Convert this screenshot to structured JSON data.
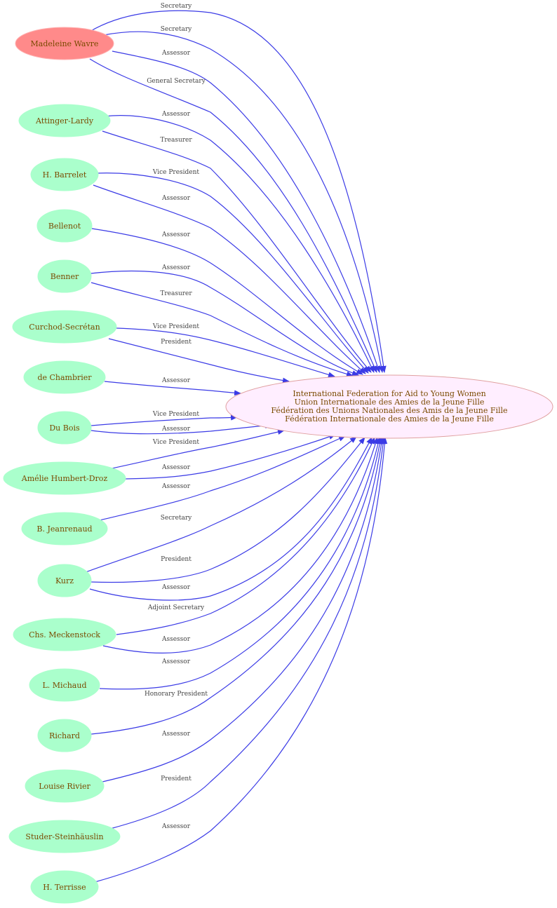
{
  "colors": {
    "edge": "#3b3be6",
    "person_fill": "#aaffcc",
    "highlight_fill": "#ff8a8a",
    "org_fill": "#ffeeff",
    "org_stroke": "#e0a0a0",
    "text": "#7a4a00"
  },
  "organization": {
    "lines": [
      "International Federation for Aid to Young Women",
      "Union Internationale des Amies de la Jeune Fille",
      "Fédération des Unions Nationales des Amis de la Jeune Fille",
      "Fédération Internationale des Amies de la Jeune Fille"
    ]
  },
  "people": [
    {
      "id": "wavre",
      "label": "Madeleine Wavre",
      "highlight": true
    },
    {
      "id": "attinger",
      "label": "Attinger-Lardy"
    },
    {
      "id": "barrelet",
      "label": "H. Barrelet"
    },
    {
      "id": "bellenot",
      "label": "Bellenot"
    },
    {
      "id": "benner",
      "label": "Benner"
    },
    {
      "id": "curchod",
      "label": "Curchod-Secrétan"
    },
    {
      "id": "chambrier",
      "label": "de Chambrier"
    },
    {
      "id": "dubois",
      "label": "Du Bois"
    },
    {
      "id": "humbert",
      "label": "Amélie Humbert-Droz"
    },
    {
      "id": "jeanrenaud",
      "label": "B. Jeanrenaud"
    },
    {
      "id": "kurz",
      "label": "Kurz"
    },
    {
      "id": "meckenstock",
      "label": "Chs. Meckenstock"
    },
    {
      "id": "michaud",
      "label": "L. Michaud"
    },
    {
      "id": "richard",
      "label": "Richard"
    },
    {
      "id": "rivier",
      "label": "Louise Rivier"
    },
    {
      "id": "studer",
      "label": "Studer-Steinhäuslin"
    },
    {
      "id": "terrisse",
      "label": "H. Terrisse"
    }
  ],
  "edges": [
    {
      "from": "wavre",
      "label": "Secretary"
    },
    {
      "from": "wavre",
      "label": "Secretary"
    },
    {
      "from": "wavre",
      "label": "Assessor"
    },
    {
      "from": "wavre",
      "label": "General Secretary"
    },
    {
      "from": "attinger",
      "label": "Assessor"
    },
    {
      "from": "attinger",
      "label": "Treasurer"
    },
    {
      "from": "barrelet",
      "label": "Vice President"
    },
    {
      "from": "barrelet",
      "label": "Assessor"
    },
    {
      "from": "bellenot",
      "label": "Assessor"
    },
    {
      "from": "benner",
      "label": "Assessor"
    },
    {
      "from": "benner",
      "label": "Treasurer"
    },
    {
      "from": "curchod",
      "label": "Vice President"
    },
    {
      "from": "curchod",
      "label": "President"
    },
    {
      "from": "chambrier",
      "label": "Assessor"
    },
    {
      "from": "dubois",
      "label": "Vice President"
    },
    {
      "from": "dubois",
      "label": "Assessor"
    },
    {
      "from": "humbert",
      "label": "Vice President"
    },
    {
      "from": "humbert",
      "label": "Assessor"
    },
    {
      "from": "jeanrenaud",
      "label": "Assessor"
    },
    {
      "from": "kurz",
      "label": "Secretary"
    },
    {
      "from": "kurz",
      "label": "President"
    },
    {
      "from": "kurz",
      "label": "Assessor"
    },
    {
      "from": "meckenstock",
      "label": "Adjoint Secretary"
    },
    {
      "from": "meckenstock",
      "label": "Assessor"
    },
    {
      "from": "michaud",
      "label": "Assessor"
    },
    {
      "from": "richard",
      "label": "Honorary President"
    },
    {
      "from": "rivier",
      "label": "Assessor"
    },
    {
      "from": "studer",
      "label": "President"
    },
    {
      "from": "terrisse",
      "label": "Assessor"
    }
  ]
}
